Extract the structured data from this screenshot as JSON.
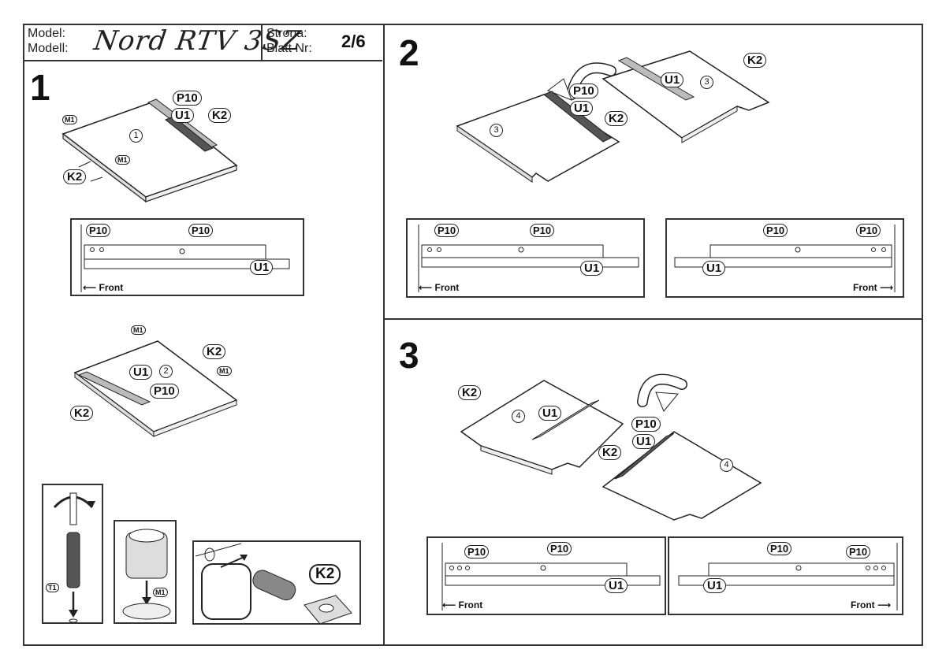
{
  "header": {
    "model_label_1": "Model:",
    "model_label_2": "Modell:",
    "model_name": "Nord RTV 3SZ",
    "page_label_1": "Strona:",
    "page_label_2": "Blatt Nr:",
    "page_value": "2/6"
  },
  "steps": {
    "s1": "1",
    "s2": "2",
    "s3": "3"
  },
  "parts": {
    "p10": "P10",
    "u1": "U1",
    "k2": "K2",
    "m1": "M1",
    "t1": "T1"
  },
  "panels": {
    "n1": "1",
    "n2": "2",
    "n3": "3",
    "n4": "4"
  },
  "front_labels": {
    "left": "Front",
    "right": "Front"
  }
}
